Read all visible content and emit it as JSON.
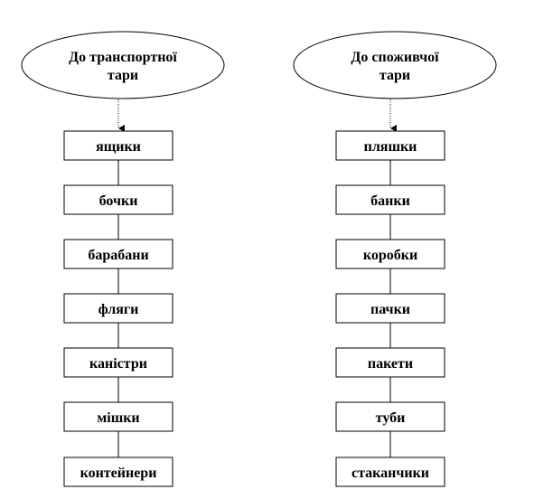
{
  "columns": [
    {
      "header_lines": [
        "До транспортної",
        "тари"
      ],
      "items": [
        "ящики",
        "бочки",
        "барабани",
        "фляги",
        "каністри",
        "мішки",
        "контейнери"
      ]
    },
    {
      "header_lines": [
        "До споживчої",
        "тари"
      ],
      "items": [
        "пляшки",
        "банки",
        "коробки",
        "пачки",
        "пакети",
        "туби",
        "стаканчики"
      ]
    }
  ],
  "colors": {
    "stroke": "#000000",
    "fill": "#ffffff",
    "text": "#000000"
  }
}
